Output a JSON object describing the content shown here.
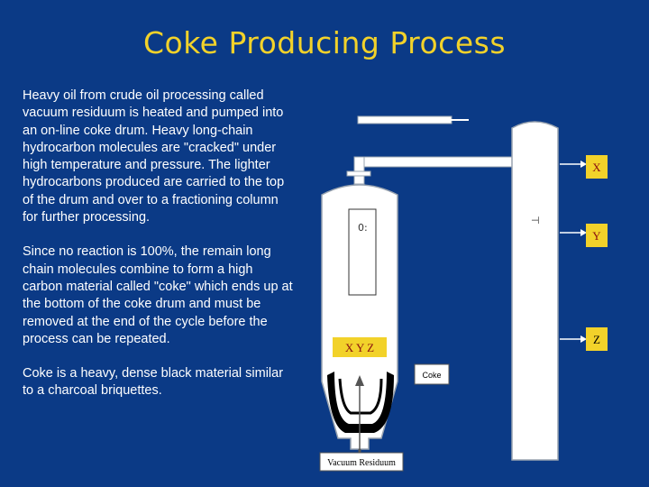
{
  "slide": {
    "title": "Coke Producing Process",
    "paragraphs": [
      "Heavy oil from crude oil processing called vacuum residuum is heated and pumped into an on-line coke drum. Heavy long-chain hydrocarbon molecules are \"cracked\" under high temperature and pressure. The lighter hydrocarbons produced are carried to the top of the drum and over to a fractioning column for further processing.",
      "Since no reaction is 100%, the remain long chain molecules combine to form a high carbon material called \"coke\" which ends up at the bottom of the coke drum and must be removed at the end of the cycle before the process can be repeated.",
      "Coke is a heavy, dense black material similar to a charcoal briquettes."
    ]
  },
  "diagram": {
    "labels": {
      "x": "X",
      "y": "Y",
      "z": "Z",
      "xyz": "X Y Z",
      "coke": "Coke",
      "vacuum_residuum": "Vacuum Residuum"
    },
    "colors": {
      "label_fill": "#f2d22a",
      "label_text": "#8b1010",
      "equipment": "#ffffff",
      "coke": "#000000",
      "background": "#0b3a86"
    }
  }
}
